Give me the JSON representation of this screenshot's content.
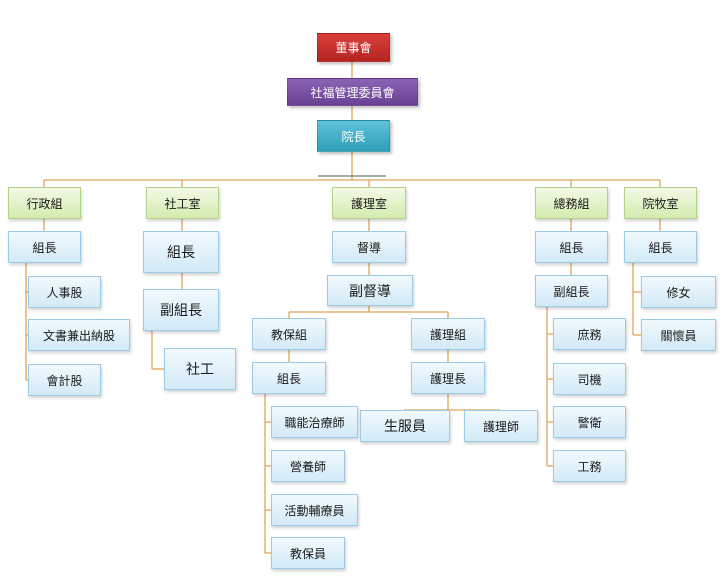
{
  "org": {
    "board": "董事會",
    "committee": "社福管理委員會",
    "director": "院長",
    "admin": {
      "title": "行政組",
      "leader": "組長",
      "units": [
        "人事股",
        "文書兼出納股",
        "會計股"
      ]
    },
    "social": {
      "title": "社工室",
      "leader": "組長",
      "deputy": "副組長",
      "worker": "社工"
    },
    "nursing": {
      "title": "護理室",
      "supervisor": "督導",
      "deputy_supervisor": "副督導",
      "care": {
        "title": "教保組",
        "leader": "組長",
        "units": [
          "職能治療師",
          "營養師",
          "活動輔療員",
          "教保員"
        ]
      },
      "nurse": {
        "title": "護理組",
        "head": "護理長",
        "units": [
          "生服員",
          "護理師"
        ]
      }
    },
    "general": {
      "title": "總務組",
      "leader": "組長",
      "deputy": "副組長",
      "units": [
        "庶務",
        "司機",
        "警衛",
        "工務"
      ]
    },
    "pastoral": {
      "title": "院牧室",
      "leader": "組長",
      "units": [
        "修女",
        "關懷員"
      ]
    }
  },
  "colors": {
    "line": "#e0a55a",
    "red": "#c0302d",
    "purple": "#7a52a6",
    "teal": "#3fb0c8",
    "green": "#e4f3cc",
    "blue": "#dff0fa"
  }
}
